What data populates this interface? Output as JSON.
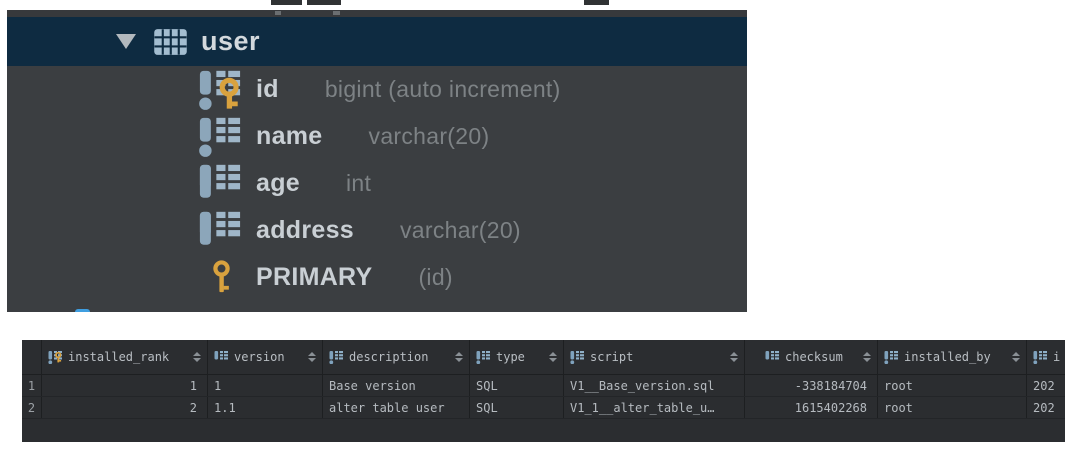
{
  "colors": {
    "selection_navy": "#0e2b41",
    "tree_background": "#3b3e41",
    "grid_background": "#2b2d30",
    "key_gold": "#d9a23e",
    "icon_steel": "#8ca6ba",
    "accent_blue": "#3f9ee0"
  },
  "tree": {
    "expander": "",
    "table_icon": "table-icon",
    "table_name": "user",
    "columns": [
      {
        "icon": "column-pk-icon",
        "name": "id",
        "type": "bigint (auto increment)"
      },
      {
        "icon": "column-notnull-icon",
        "name": "name",
        "type": "varchar(20)"
      },
      {
        "icon": "column-icon",
        "name": "age",
        "type": "int"
      },
      {
        "icon": "column-icon",
        "name": "address",
        "type": "varchar(20)"
      },
      {
        "icon": "key-icon",
        "name": "PRIMARY",
        "type": "(id)"
      }
    ]
  },
  "grid": {
    "headers": [
      {
        "icon": "column-pk-icon",
        "label": "installed_rank",
        "sortable": true
      },
      {
        "icon": "column-icon",
        "label": "version",
        "sortable": true
      },
      {
        "icon": "column-notnull-icon",
        "label": "description",
        "sortable": true
      },
      {
        "icon": "column-notnull-icon",
        "label": "type",
        "sortable": true
      },
      {
        "icon": "column-notnull-icon",
        "label": "script",
        "sortable": true
      },
      {
        "icon": "column-icon",
        "label": "checksum",
        "sortable": true
      },
      {
        "icon": "column-notnull-icon",
        "label": "installed_by",
        "sortable": true
      },
      {
        "icon": "column-notnull-icon",
        "label": "i",
        "sortable": false
      }
    ],
    "rows": [
      {
        "num": "1",
        "cells": [
          "1",
          "1",
          "Base version",
          "SQL",
          "V1__Base_version.sql",
          "-338184704",
          "root",
          "202"
        ]
      },
      {
        "num": "2",
        "cells": [
          "2",
          "1.1",
          "alter table user",
          "SQL",
          "V1_1__alter_table_u…",
          "1615402268",
          "root",
          "202"
        ]
      }
    ]
  }
}
